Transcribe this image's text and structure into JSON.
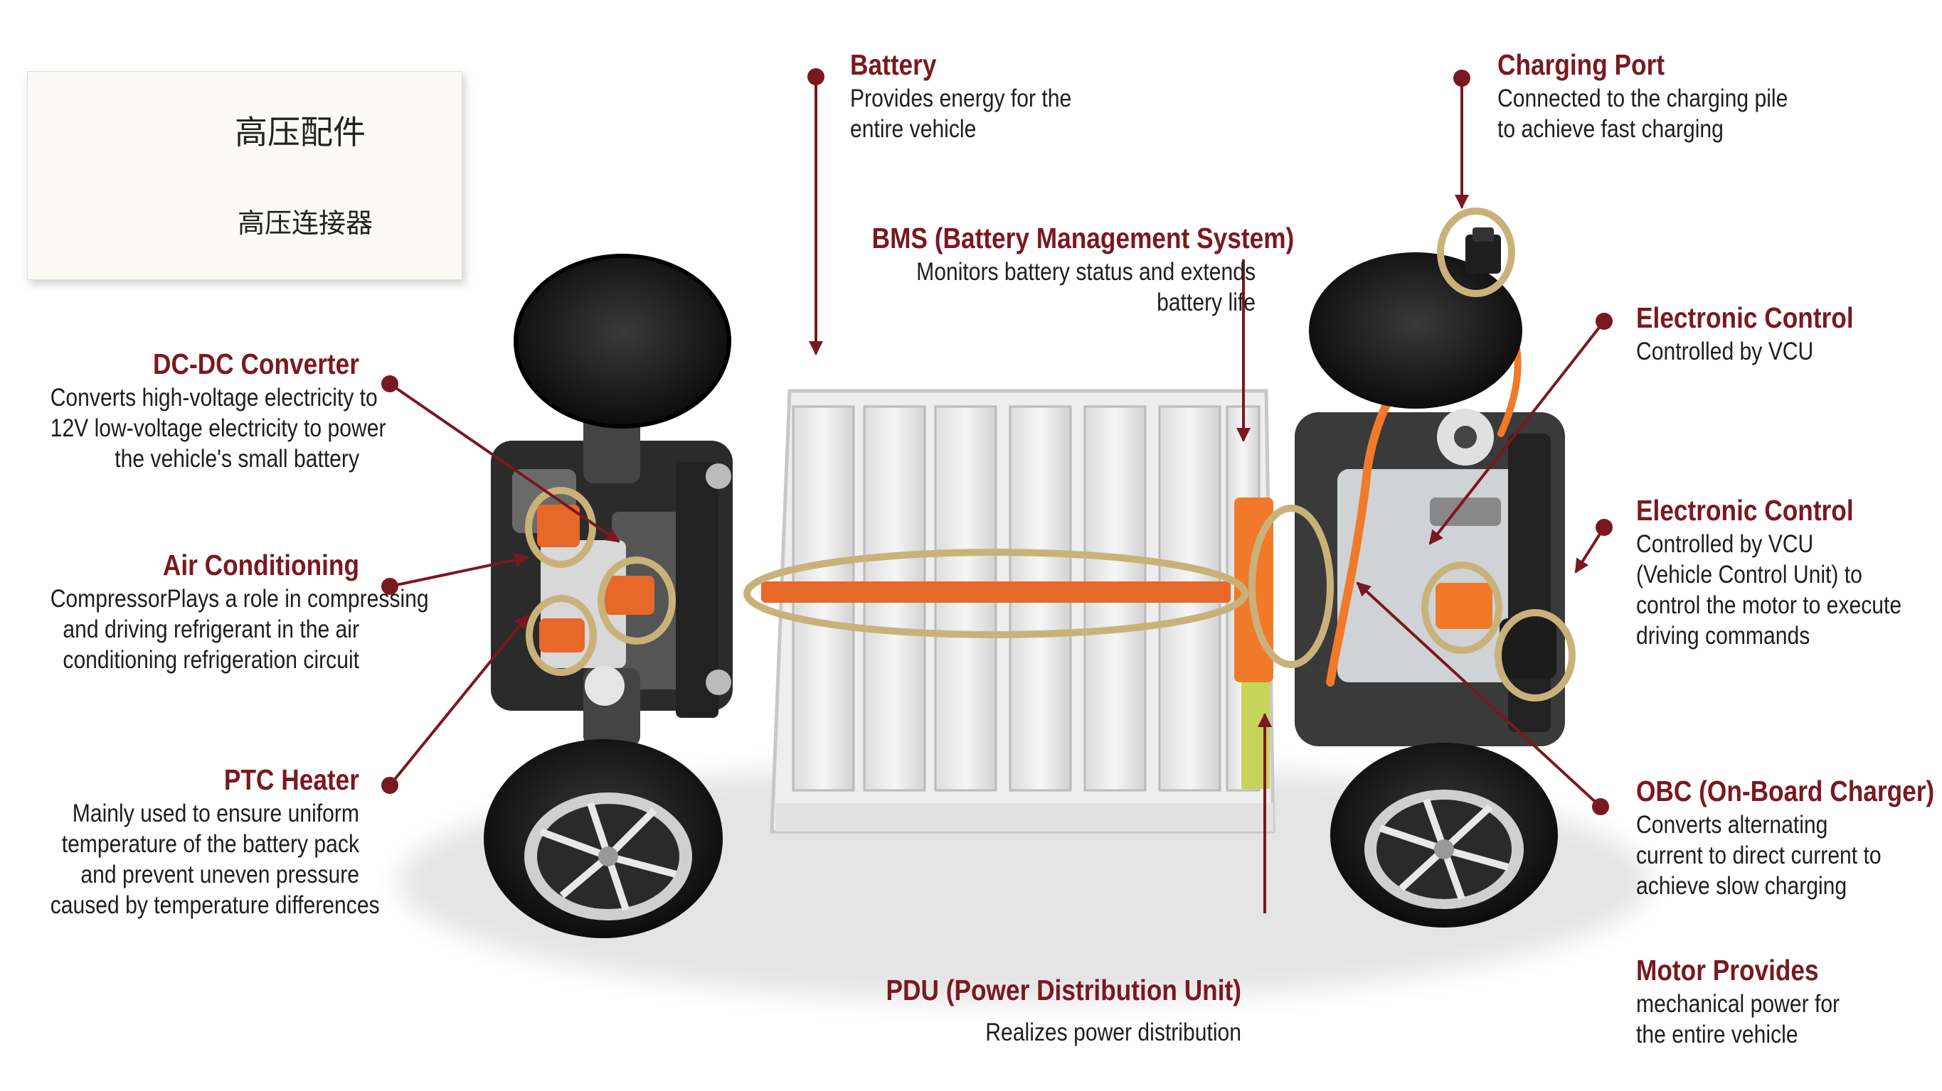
{
  "legend": {
    "items": [
      {
        "symbol": "arrow",
        "label": "高压配件"
      },
      {
        "symbol": "ring",
        "label": "高压连接器"
      }
    ]
  },
  "callouts": {
    "battery": {
      "title": "Battery",
      "desc": [
        "Provides energy for the",
        "entire vehicle"
      ]
    },
    "bms": {
      "title": "BMS (Battery Management System)",
      "desc": [
        "Monitors battery status and extends",
        "battery life"
      ]
    },
    "charging_port": {
      "title": "Charging Port",
      "desc": [
        "Connected to the charging pile",
        "to achieve fast charging"
      ]
    },
    "dcdc": {
      "title": "DC-DC Converter",
      "desc": [
        "Converts high-voltage electricity to",
        "12V low-voltage electricity to power",
        "the vehicle's small battery"
      ]
    },
    "air_conditioning": {
      "title": "Air Conditioning",
      "desc": [
        "CompressorPlays a role in compressing",
        "and driving refrigerant in the air",
        "conditioning refrigeration circuit"
      ]
    },
    "ptc": {
      "title": "PTC Heater",
      "desc": [
        "Mainly used to ensure uniform",
        "temperature of the battery pack",
        "and prevent uneven pressure",
        "caused by temperature differences"
      ]
    },
    "electronic_control_1": {
      "title": "Electronic Control",
      "desc": [
        "Controlled by VCU"
      ]
    },
    "electronic_control_2": {
      "title": "Electronic Control",
      "desc": [
        "Controlled by VCU",
        "(Vehicle Control Unit) to",
        "control the motor to execute",
        "driving commands"
      ]
    },
    "obc": {
      "title": "OBC (On-Board Charger)",
      "desc": [
        "Converts alternating",
        "current to direct current to",
        "achieve slow charging"
      ]
    },
    "motor": {
      "title": "Motor Provides",
      "desc": [
        "mechanical power for",
        "the entire vehicle"
      ]
    },
    "pdu": {
      "title": "PDU (Power Distribution Unit)",
      "desc": [
        "Realizes power distribution"
      ]
    }
  },
  "colors": {
    "arrow": "#7a1820",
    "ring": "#c9b27a",
    "hv_cable": "#f07a2a",
    "title": "#7a1820"
  }
}
